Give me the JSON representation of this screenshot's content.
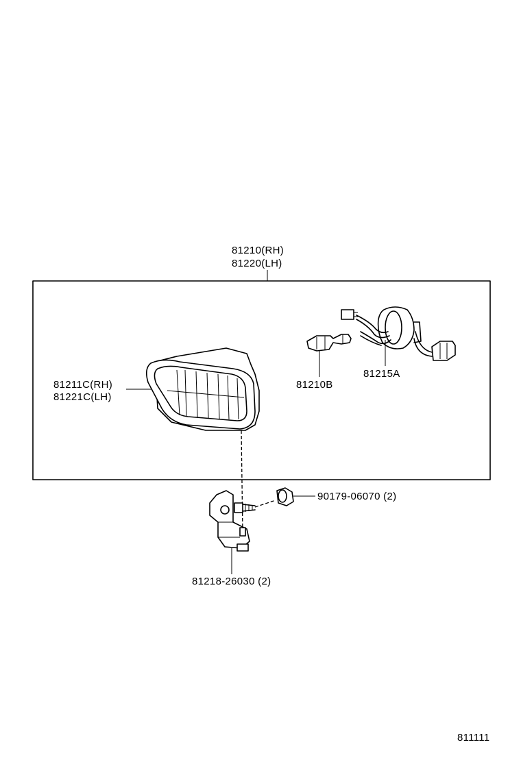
{
  "labels": {
    "assembly_rh": "81210(RH)",
    "assembly_lh": "81220(LH)",
    "lens_rh": "81211C(RH)",
    "lens_lh": "81221C(LH)",
    "bulb": "81210B",
    "socket": "81215A",
    "nut": "90179-06070 (2)",
    "bracket": "81218-26030 (2)",
    "figure_code": "811111"
  }
}
